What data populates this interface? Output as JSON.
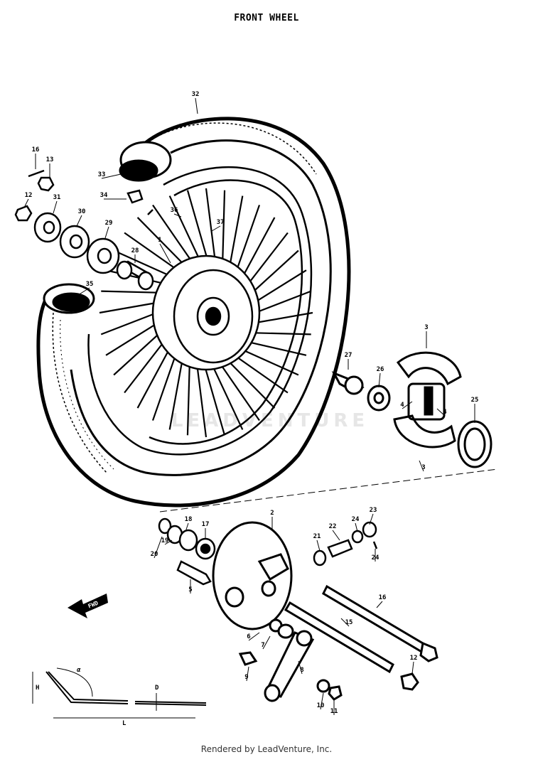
{
  "title": "FRONT WHEEL",
  "footer": "Rendered by LeadVenture, Inc.",
  "watermark": "LEADVENTURE",
  "arrow_label": "FWD",
  "dimension_labels": {
    "angle": "α",
    "height": "H",
    "length": "L",
    "diameter": "D"
  },
  "callouts": [
    "32",
    "33",
    "34",
    "16",
    "13",
    "12",
    "31",
    "30",
    "29",
    "36",
    "37",
    "28",
    "1",
    "35",
    "27",
    "26",
    "3",
    "4",
    "4",
    "25",
    "3",
    "2",
    "18",
    "17",
    "20",
    "19",
    "5",
    "21",
    "22",
    "24",
    "23",
    "24",
    "6",
    "7",
    "15",
    "16",
    "8",
    "12",
    "9",
    "10",
    "11"
  ]
}
